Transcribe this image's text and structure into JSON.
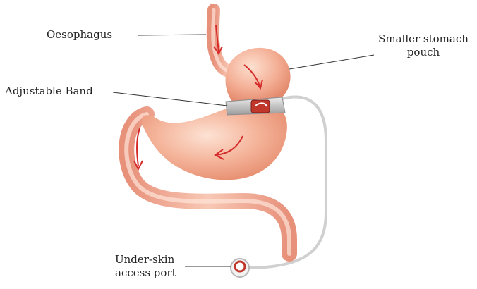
{
  "labels": {
    "oesophagus": "Oesophagus",
    "pouch_line1": "Smaller stomach",
    "pouch_line2": "pouch",
    "band": "Adjustable Band",
    "port_line1": "Under-skin",
    "port_line2": "access port"
  },
  "colors": {
    "tissue_fill": "#f0a78c",
    "tissue_light": "#fbd7c6",
    "tissue_dark": "#e07f63",
    "arrow": "#d62b2b",
    "band": "#c9c9c9",
    "tube": "#d5d5d5",
    "leader": "#333333"
  }
}
